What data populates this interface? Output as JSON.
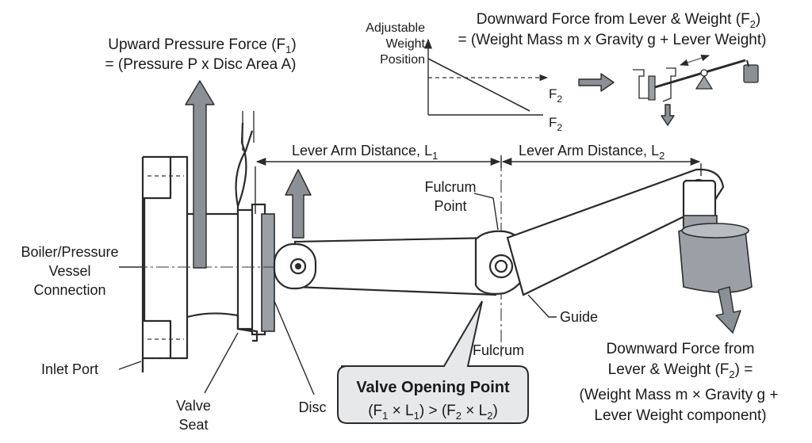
{
  "upward_force": {
    "line1": "Upward Pressure Force (F",
    "line1_sub": "1",
    "line1_end": ")",
    "line2": "= (Pressure P x Disc Area A)"
  },
  "inset": {
    "y_axis_label_1": "Adjustable",
    "y_axis_label_2": "Weight",
    "y_axis_label_3": "Position",
    "f2_label_upper": "F",
    "f2_label_lower": "F",
    "f2_sub": "2",
    "title_line1": "Downward Force from Lever & Weight (F",
    "title_line1_sub": "2",
    "title_line1_end": ")",
    "title_line2": "= (Weight Mass m x Gravity g + Lever Weight)"
  },
  "dimensions": {
    "l1_text": "Lever Arm Distance, L",
    "l1_sub": "1",
    "l2_text": "Lever Arm Distance, L",
    "l2_sub": "2"
  },
  "labels": {
    "fulcrum_point_1": "Fulcrum",
    "fulcrum_point_2": "Point",
    "boiler_1": "Boiler/Pressure",
    "boiler_2": "Vessel",
    "boiler_3": "Connection",
    "guide": "Guide",
    "fulcrum": "Fulcrum",
    "inlet_port": "Inlet Port",
    "valve_seat_1": "Valve",
    "valve_seat_2": "Seat",
    "disc": "Disc"
  },
  "callout": {
    "title": "Valve Opening Point",
    "formula_part1": "(F",
    "s1": "1",
    "formula_part2": " × L",
    "s2": "1",
    "formula_part3": ") > (F",
    "s3": "2",
    "formula_part4": " × L",
    "s4": "2",
    "formula_part5": ")"
  },
  "downward_force": {
    "line1": "Downward Force from",
    "line2_a": "Lever & Weight (F",
    "line2_sub": "2",
    "line2_b": ") =",
    "line3": "(Weight Mass m × Gravity g +",
    "line4": "Lever Weight component)"
  },
  "colors": {
    "ink": "#1a1a1a",
    "arrow_gray": "#8a9096",
    "part_gray": "#9aa0a6",
    "callout_fill": "#e6e8ea"
  }
}
